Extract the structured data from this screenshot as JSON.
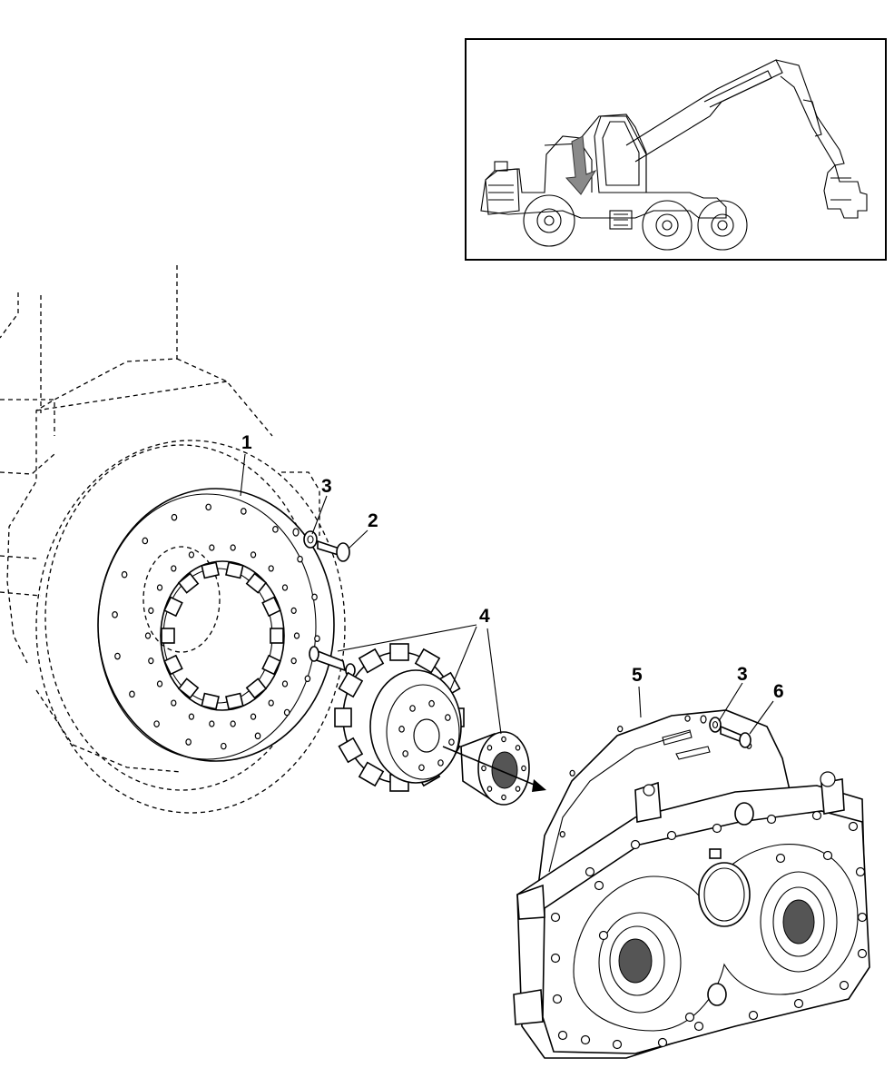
{
  "callouts": {
    "c1": "1",
    "c2": "2",
    "c3a": "3",
    "c4": "4",
    "c5": "5",
    "c3b": "3",
    "c6": "6"
  },
  "colors": {
    "line": "#000000",
    "background": "#ffffff",
    "location_arrow": "#8a8a8a"
  }
}
